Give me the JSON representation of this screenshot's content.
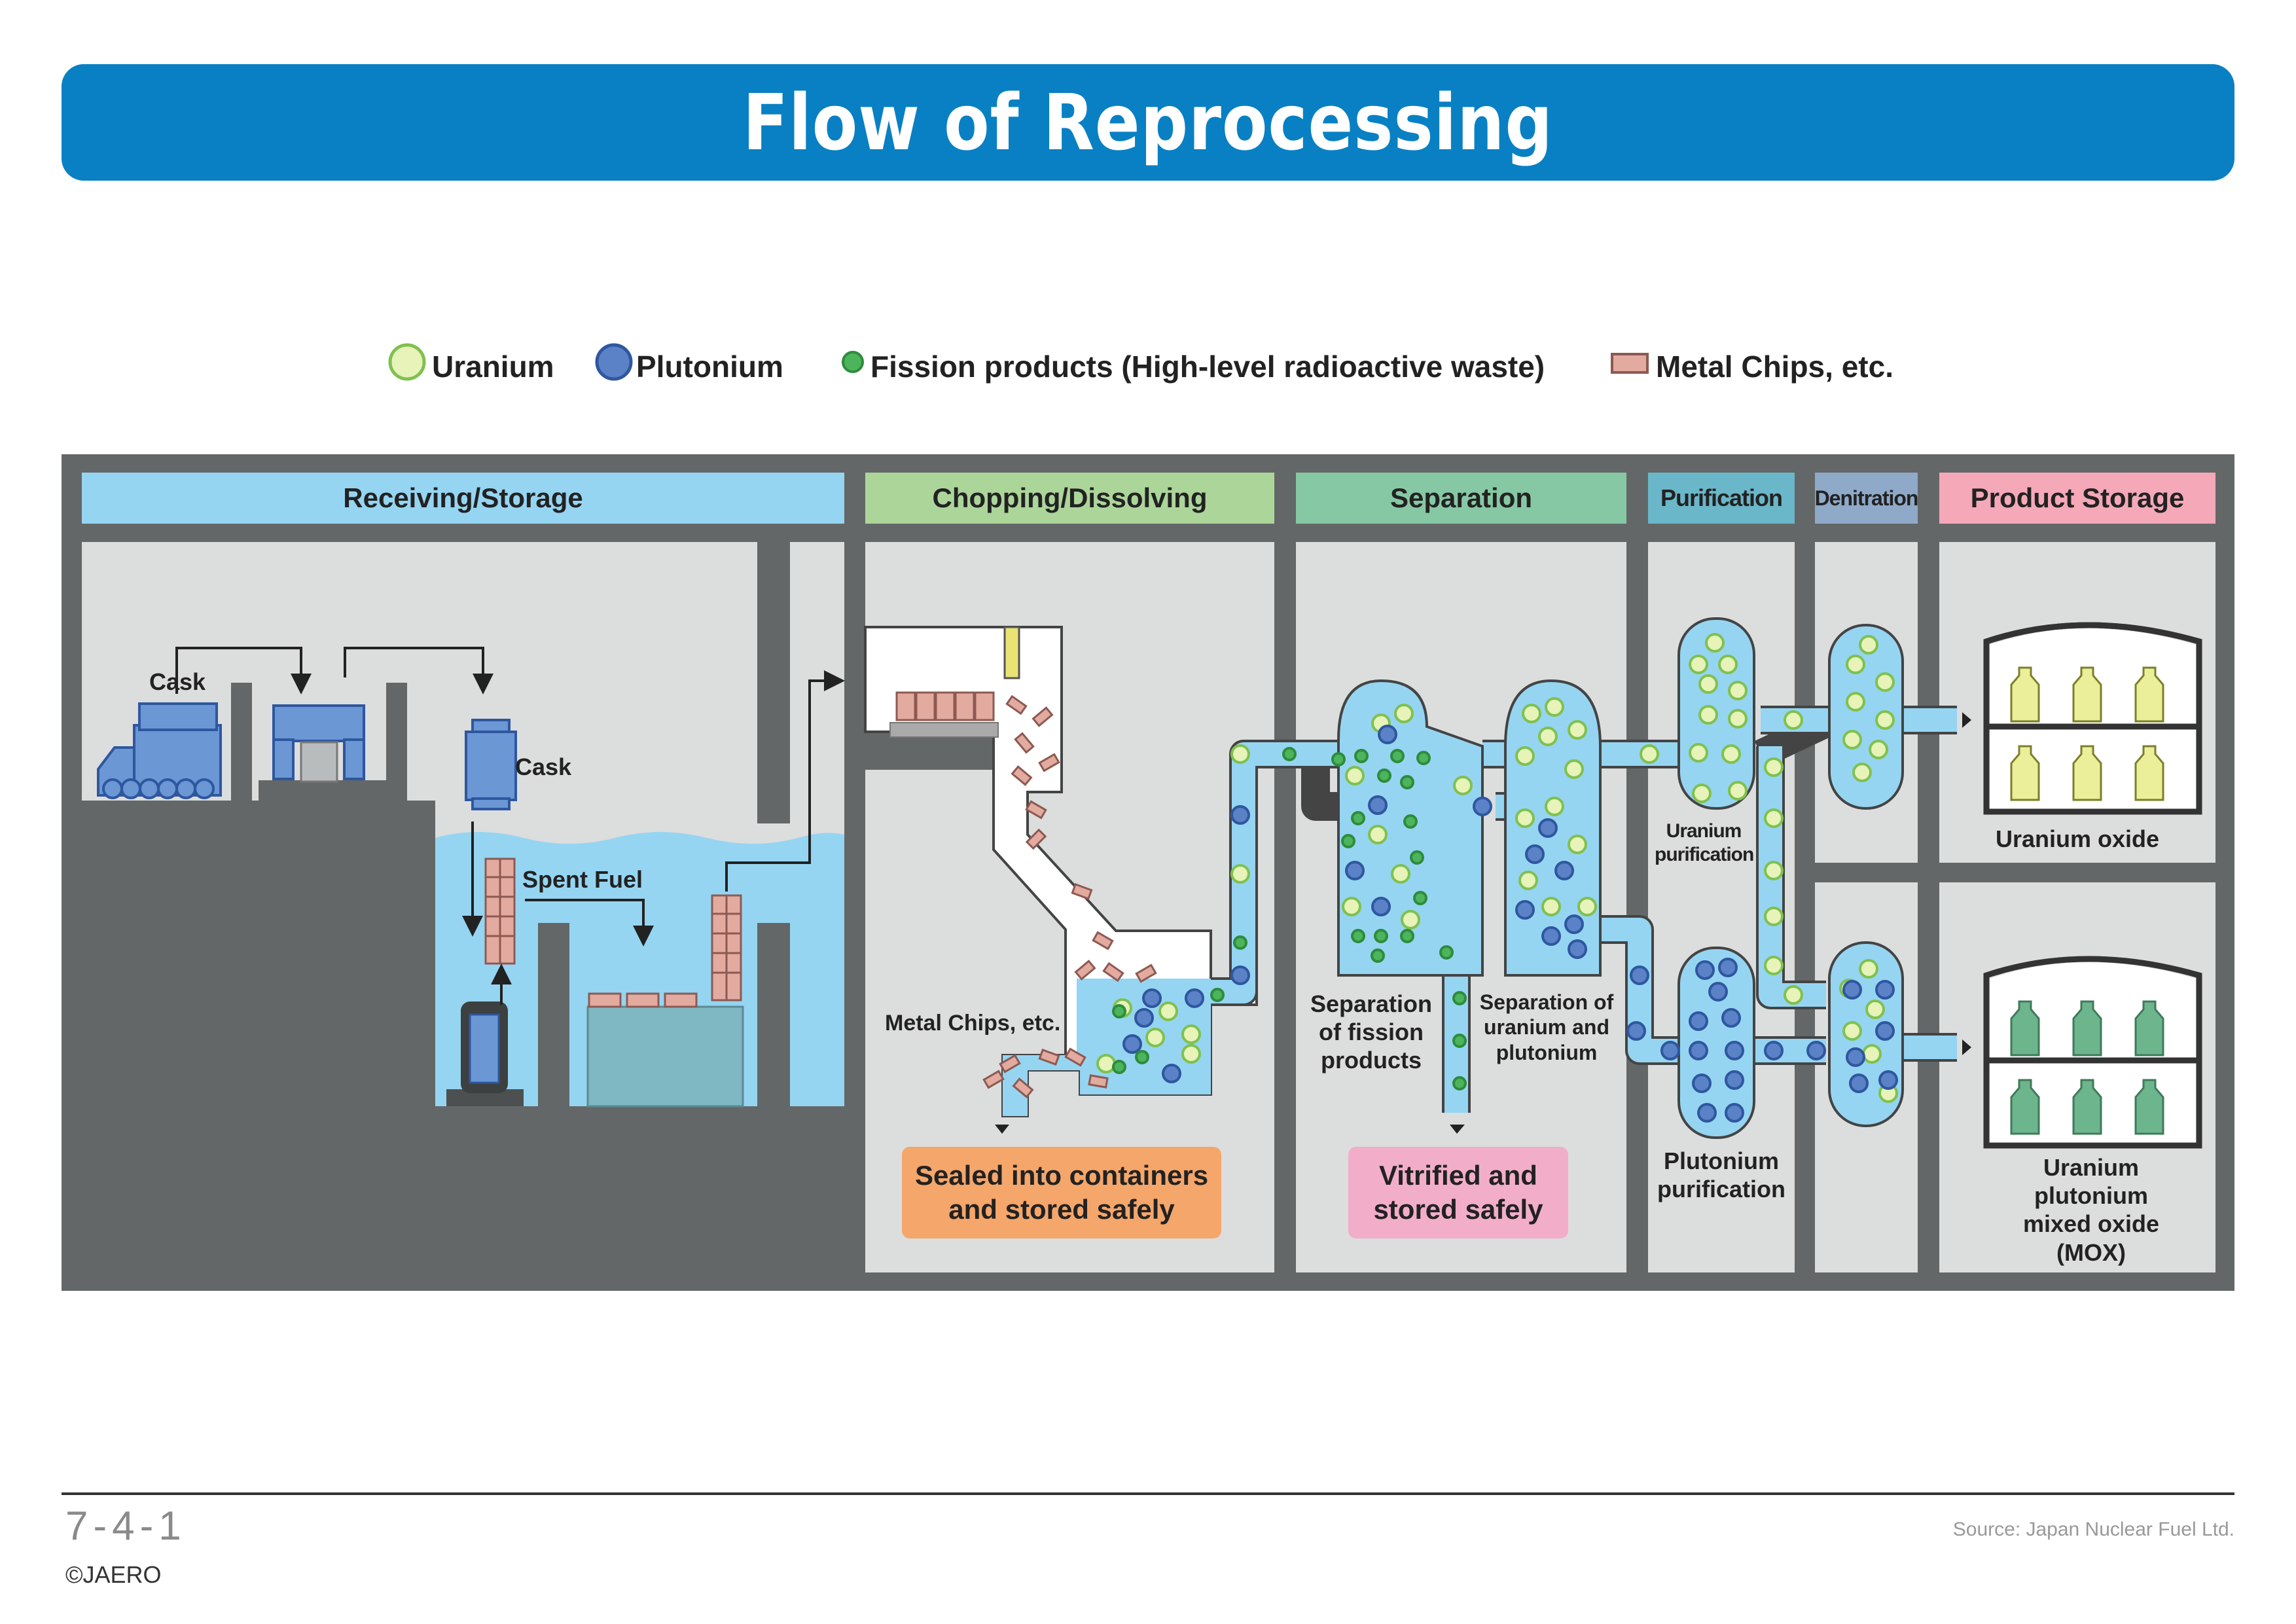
{
  "title": "Flow of Reprocessing",
  "legend": [
    {
      "label": "Uranium",
      "icon": "uranium-circle-icon",
      "color": "#e7f3b8"
    },
    {
      "label": "Plutonium",
      "icon": "plutonium-circle-icon",
      "color": "#5b82c6"
    },
    {
      "label": "Fission products (High-level radioactive waste)",
      "icon": "fission-products-dot-icon",
      "color": "#4cb55b"
    },
    {
      "label": "Metal Chips, etc.",
      "icon": "metal-chips-square-icon",
      "color": "#e3aaa0"
    }
  ],
  "stages": [
    {
      "label": "Receiving/Storage",
      "color": "#95d5f2"
    },
    {
      "label": "Chopping/Dissolving",
      "color": "#acd59a"
    },
    {
      "label": "Separation",
      "color": "#86c8a4"
    },
    {
      "label": "Purification",
      "color": "#6ab7c9"
    },
    {
      "label": "Denitration",
      "color": "#8fa9c9"
    },
    {
      "label": "Product Storage",
      "color": "#f4a8b8"
    }
  ],
  "labels": {
    "cask_1": "Cask",
    "cask_2": "Cask",
    "spent_fuel": "Spent Fuel",
    "metal_chips": "Metal Chips, etc.",
    "sealed": "Sealed into containers and stored safely",
    "separation_fp": "Separation of fission products",
    "separation_u_pu": "Separation of uranium and plutonium",
    "vitrified": "Vitrified and stored safely",
    "uranium_purification": "Uranium purification",
    "plutonium_purification": "Plutonium purification",
    "uranium_oxide": "Uranium oxide",
    "mox": "Uranium plutonium mixed oxide (MOX)"
  },
  "colors": {
    "title_bar": "#0980c3",
    "frame": "#646767",
    "panel": "#dcdddd",
    "water": "#95d5f2",
    "sealed_box": "#f5a66a",
    "vitrified_box": "#f2aec9",
    "uranium_bottle": "#ecef9a",
    "mox_bottle": "#6db58c"
  },
  "footer": {
    "page": "7-4-1",
    "copyright": "©JAERO",
    "source": "Source: Japan Nuclear Fuel Ltd."
  }
}
